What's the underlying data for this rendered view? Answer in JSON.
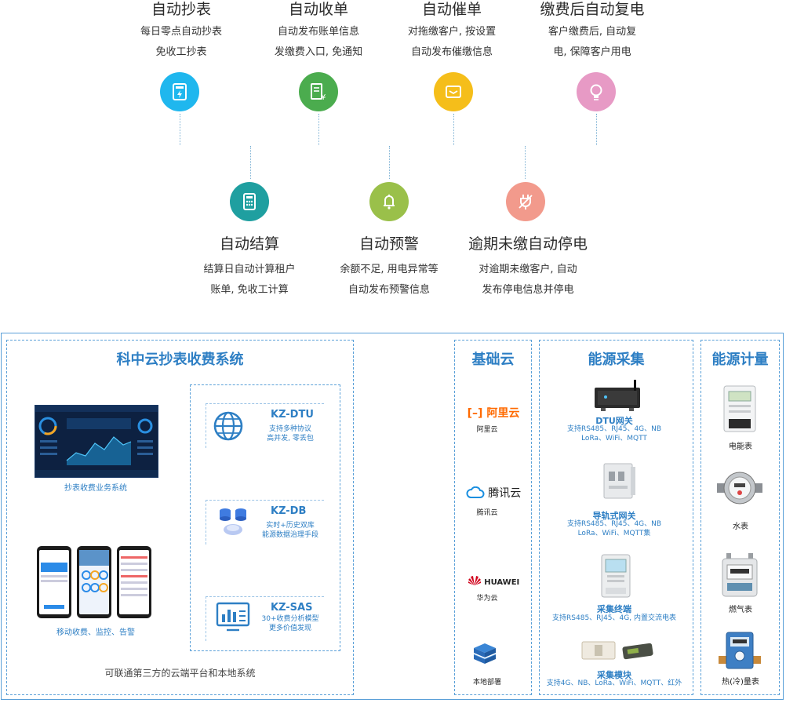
{
  "features_top": [
    {
      "title": "自动抄表",
      "desc1": "每日零点自动抄表",
      "desc2": "免收工抄表",
      "color": "#1fb7ee",
      "icon": "meter-icon"
    },
    {
      "title": "自动收单",
      "desc1": "自动发布账单信息",
      "desc2": "发缴费入口, 免通知",
      "color": "#4bac4e",
      "icon": "bill-icon"
    },
    {
      "title": "自动催单",
      "desc1": "对拖缴客户, 按设置",
      "desc2": "自动发布催缴信息",
      "color": "#f5be1a",
      "icon": "envelope-icon"
    },
    {
      "title": "缴费后自动复电",
      "desc1": "客户缴费后, 自动复",
      "desc2": "电, 保障客户用电",
      "color": "#e79ac5",
      "icon": "lightbulb-icon"
    }
  ],
  "features_bottom": [
    {
      "title": "自动结算",
      "desc1": "结算日自动计算租户",
      "desc2": "账单, 免收工计算",
      "color": "#1f9fa0",
      "icon": "calculator-icon"
    },
    {
      "title": "自动预警",
      "desc1": "余额不足, 用电异常等",
      "desc2": "自动发布预警信息",
      "color": "#9ac04a",
      "icon": "bell-icon"
    },
    {
      "title": "逾期未缴自动停电",
      "desc1": "对逾期未缴客户, 自动",
      "desc2": "发布停电信息并停电",
      "color": "#f29a8c",
      "icon": "power-off-icon"
    }
  ],
  "system": {
    "title": "科中云抄表收费系统",
    "business_caption": "抄表收费业务系统",
    "mobile_caption": "移动收费、监控、告警",
    "footer": "可联通第三方的云端平台和本地系统",
    "products": [
      {
        "name": "KZ-DTU",
        "d1": "支持多种协议",
        "d2": "高并发, 零丢包",
        "icon": "globe-icon"
      },
      {
        "name": "KZ-DB",
        "d1": "实时+历史双库",
        "d2": "能源数据治理手段",
        "icon": "database-icon"
      },
      {
        "name": "KZ-SAS",
        "d1": "30+收费分析模型",
        "d2": "更多价值发现",
        "icon": "analytics-icon"
      }
    ]
  },
  "cloud": {
    "title": "基础云",
    "items": [
      {
        "logo": "阿里云",
        "label": "阿里云"
      },
      {
        "logo": "腾讯云",
        "label": "腾讯云"
      },
      {
        "logo": "HUAWEI",
        "label": "华为云"
      },
      {
        "logo": "",
        "label": "本地部署"
      }
    ]
  },
  "collection": {
    "title": "能源采集",
    "items": [
      {
        "name": "DTU网关",
        "d1": "支持RS485、RJ45、4G、NB",
        "d2": "LoRa、WiFi、MQTT"
      },
      {
        "name": "导轨式网关",
        "d1": "支持RS485、RJ45、4G、NB",
        "d2": "LoRa、WiFi、MQTT集"
      },
      {
        "name": "采集终端",
        "d1": "支持RS485、RJ45、4G, 内置交流电表",
        "d2": ""
      },
      {
        "name": "采集模块",
        "d1": "支持4G、NB、LoRa、WiFi、MQTT、红外",
        "d2": ""
      }
    ]
  },
  "metering": {
    "title": "能源计量",
    "items": [
      {
        "label": "电能表"
      },
      {
        "label": "水表"
      },
      {
        "label": "燃气表"
      },
      {
        "label": "热(冷)量表"
      }
    ]
  },
  "colors": {
    "accent": "#2e7fc4",
    "border": "#5aa0d8"
  }
}
